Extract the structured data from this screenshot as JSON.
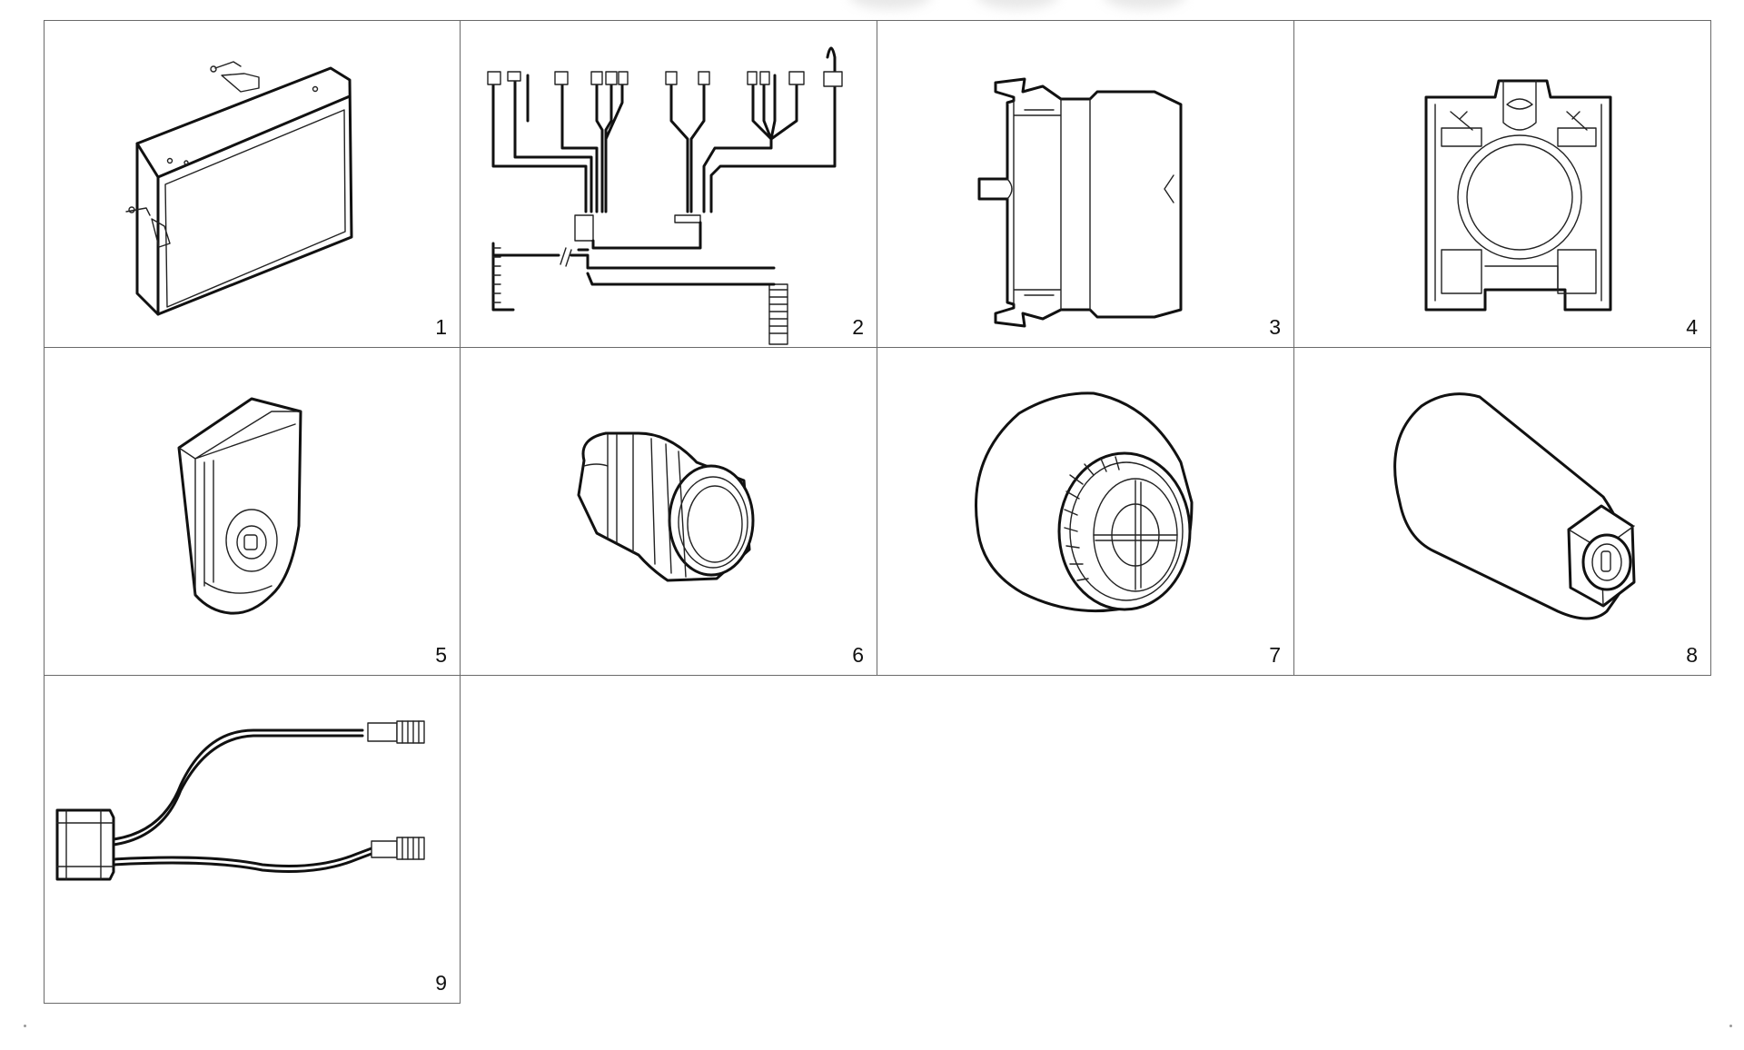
{
  "parts": [
    {
      "number": "1",
      "icon": "control-box-icon"
    },
    {
      "number": "2",
      "icon": "wiring-harness-icon"
    },
    {
      "number": "3",
      "icon": "contact-block-icon"
    },
    {
      "number": "4",
      "icon": "mounting-bracket-icon"
    },
    {
      "number": "5",
      "icon": "key-tag-icon"
    },
    {
      "number": "6",
      "icon": "indicator-lamp-icon"
    },
    {
      "number": "7",
      "icon": "buzzer-icon"
    },
    {
      "number": "8",
      "icon": "key-switch-icon"
    },
    {
      "number": "9",
      "icon": "y-cable-icon"
    }
  ]
}
